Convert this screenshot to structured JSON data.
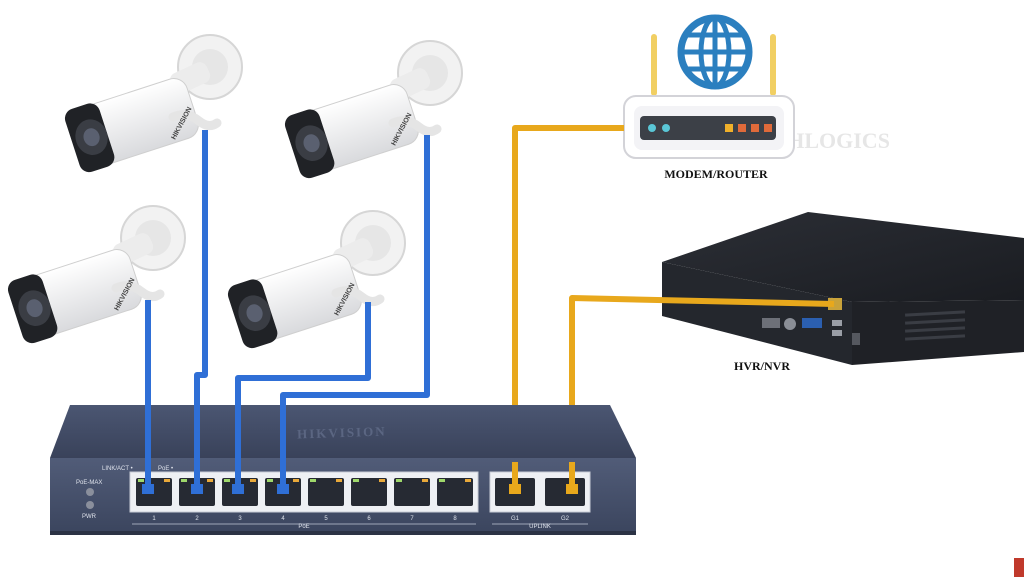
{
  "labels": {
    "modem_router": "MODEM/ROUTER",
    "nvr": "HVR/NVR",
    "watermark": "TECHLOGICS"
  },
  "switch": {
    "brand": "HIKVISION",
    "link_act": "LINK/ACT •",
    "poe_ind": "PoE •",
    "poe_max": "PoE-MAX",
    "pwr": "PWR",
    "poe_group": "PoE",
    "uplink_group": "UPLINK",
    "port_numbers": [
      "1",
      "2",
      "3",
      "4",
      "5",
      "6",
      "7",
      "8"
    ],
    "uplink_numbers": [
      "G1",
      "G2"
    ]
  },
  "cameras": [
    {
      "brand": "HIKVISION"
    },
    {
      "brand": "HIKVISION"
    },
    {
      "brand": "HIKVISION"
    },
    {
      "brand": "HIKVISION"
    }
  ],
  "colors": {
    "poe_cable": "#2f6fd6",
    "uplink_cable": "#e8a81c",
    "switch_body": "#3f4a63",
    "globe": "#2b7fbf"
  }
}
